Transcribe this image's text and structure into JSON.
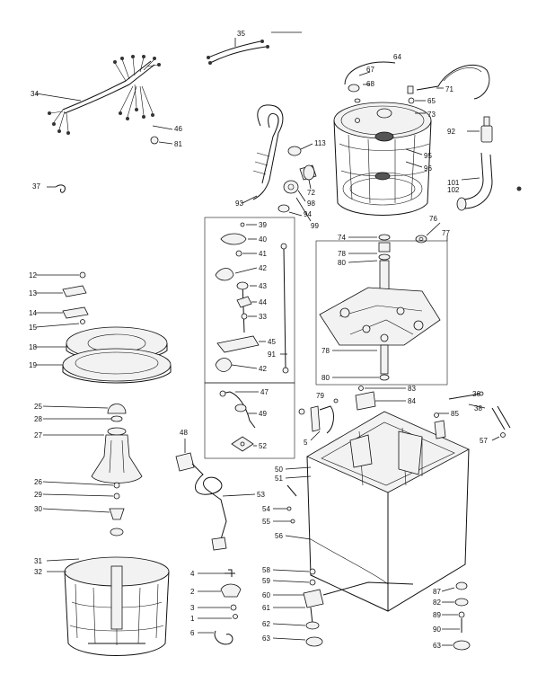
{
  "labels": {
    "l35": "35",
    "l34": "34",
    "l46": "46",
    "l81": "81",
    "l37": "37",
    "l113": "113",
    "l72": "72",
    "l98": "98",
    "l94": "94",
    "l99": "99",
    "l93": "93",
    "l64": "64",
    "l67": "67",
    "l68": "68",
    "l65": "65",
    "l73": "73",
    "l71": "71",
    "l92": "92",
    "l95": "95",
    "l96": "96",
    "l101": "101",
    "l102": "102",
    "l76": "76",
    "l77": "77",
    "l74": "74",
    "l78": "78",
    "l80": "80",
    "l78b": "78",
    "l80b": "80",
    "l39": "39",
    "l40": "40",
    "l41": "41",
    "l42": "42",
    "l43": "43",
    "l44": "44",
    "l33": "33",
    "l45": "45",
    "l91": "91",
    "l42b": "42",
    "l47": "47",
    "l49": "49",
    "l52": "52",
    "l12": "12",
    "l13": "13",
    "l14": "14",
    "l15": "15",
    "l18": "18",
    "l19": "19",
    "l25": "25",
    "l28": "28",
    "l27": "27",
    "l26": "26",
    "l29": "29",
    "l30": "30",
    "l31": "31",
    "l32": "32",
    "l48": "48",
    "l53": "53",
    "l79": "79",
    "l5": "5",
    "l83": "83",
    "l84": "84",
    "l85": "85",
    "l36": "36",
    "l38": "38",
    "l57": "57",
    "l50": "50",
    "l51": "51",
    "l54": "54",
    "l55": "55",
    "l56": "56",
    "l4": "4",
    "l2": "2",
    "l3": "3",
    "l1": "1",
    "l6": "6",
    "l58": "58",
    "l59": "59",
    "l60": "60",
    "l61": "61",
    "l62": "62",
    "l63": "63",
    "l87": "87",
    "l82": "82",
    "l89": "89",
    "l90": "90",
    "l63b": "63"
  }
}
